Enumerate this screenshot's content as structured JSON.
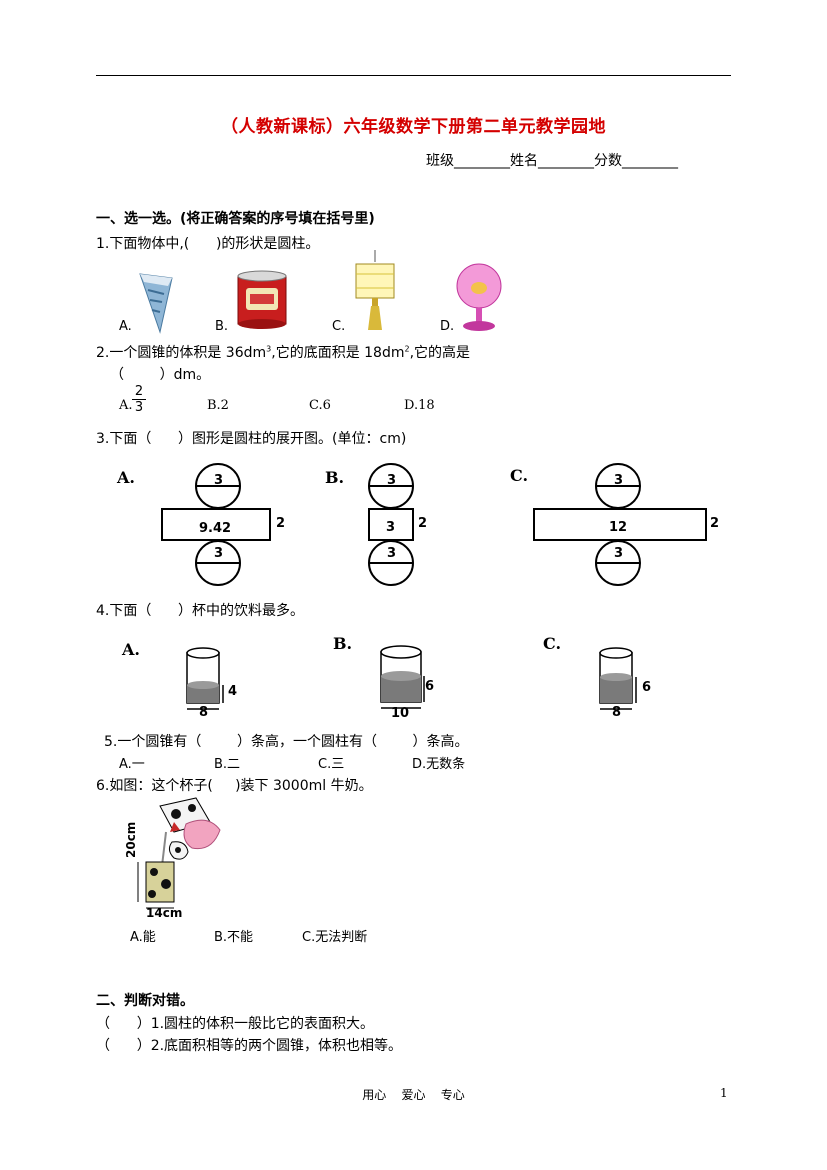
{
  "header": {
    "title": "（人教新课标）六年级数学下册第二单元教学园地",
    "fill_line": "班级________姓名________分数________"
  },
  "section1": {
    "heading": "一、选一选。(将正确答案的序号填在括号里)",
    "q1": {
      "text": "1.下面物体中,(      )的形状是圆柱。",
      "options": [
        "A.",
        "B.",
        "C.",
        "D."
      ],
      "icons": [
        "cone-icon",
        "can-icon",
        "lantern-icon",
        "balloon-icon"
      ]
    },
    "q2": {
      "text_line1a": "2.一个圆锥的体积是 36dm",
      "sup1": "3",
      "text_line1b": ",它的底面积是 18dm",
      "sup2": "2",
      "text_line1c": ",它的高是",
      "text_line2": "（        ）dm。",
      "optA_prefix": "A.",
      "optA_num": "2",
      "optA_den": "3",
      "optB": "B.2",
      "optC": "C.6",
      "optD": "D.18"
    },
    "q3": {
      "text": "3.下面（      ）图形是圆柱的展开图。(单位：cm)",
      "figures": [
        {
          "label": "A.",
          "top_circle": "3",
          "rect": "9.42",
          "side": "2",
          "bottom_circle": "3"
        },
        {
          "label": "B.",
          "top_circle": "3",
          "rect": "3",
          "side": "2",
          "bottom_circle": "3"
        },
        {
          "label": "C.",
          "top_circle": "3",
          "rect": "12",
          "side": "2",
          "bottom_circle": "3"
        }
      ]
    },
    "q4": {
      "text": "4.下面（      ）杯中的饮料最多。",
      "cups": [
        {
          "label": "A.",
          "height": "4",
          "width": "8"
        },
        {
          "label": "B.",
          "height": "6",
          "width": "10"
        },
        {
          "label": "C.",
          "height": "6",
          "width": "8"
        }
      ]
    },
    "q5": {
      "text": "5.一个圆锥有（        ）条高，一个圆柱有（        ）条高。",
      "options": [
        "A.一",
        "B.二",
        "C.三",
        "D.无数条"
      ]
    },
    "q6": {
      "text": "6.如图：这个杯子(     )装下 3000ml 牛奶。",
      "height_label": "20cm",
      "width_label": "14cm",
      "options": [
        "A.能",
        "B.不能",
        "C.无法判断"
      ]
    }
  },
  "section2": {
    "heading": "二、判断对错。",
    "items": [
      "（      ）1.圆柱的体积一般比它的表面积大。",
      "（      ）2.底面积相等的两个圆锥，体积也相等。"
    ]
  },
  "footer": {
    "text": "用心    爱心    专心",
    "page": "1"
  }
}
